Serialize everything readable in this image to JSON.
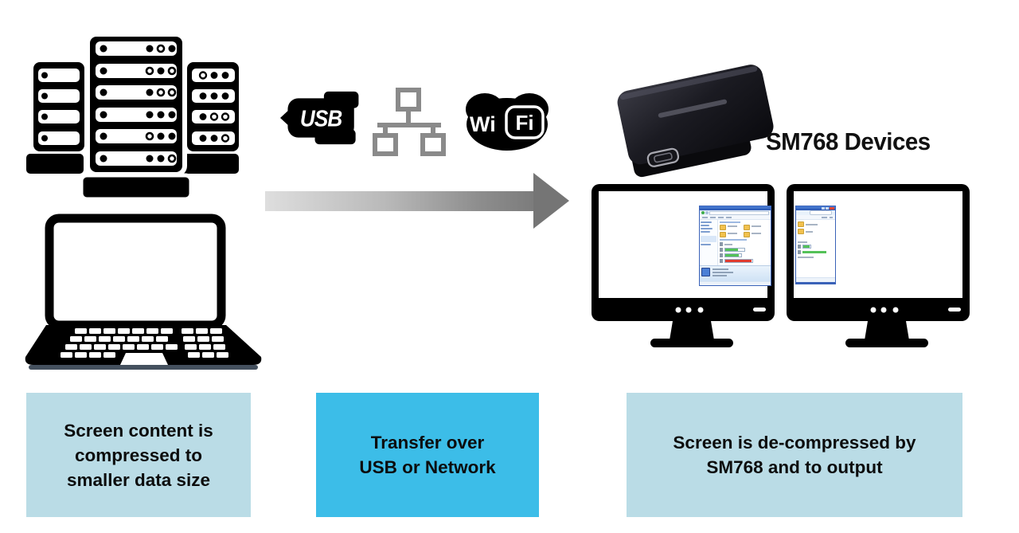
{
  "diagram": {
    "stage1_caption": {
      "lines": [
        "Screen content is",
        "compressed to",
        "smaller data size"
      ]
    },
    "stage2_caption": {
      "lines": [
        "Transfer over",
        "USB or Network"
      ]
    },
    "stage3_caption": {
      "lines": [
        "Screen is de-compressed by",
        "SM768 and to output"
      ]
    },
    "device_group_label": "SM768 Devices"
  },
  "logos": {
    "usb_text": "USB",
    "wifi_wi": "Wi",
    "wifi_fi": "Fi"
  },
  "icons": {
    "source": [
      "server-rack-icon",
      "laptop-icon"
    ],
    "transport": [
      "usb-logo",
      "ethernet-network-icon",
      "wifi-logo",
      "flow-arrow"
    ],
    "output": [
      "sm768-adapter-photo",
      "monitor-icon-left",
      "monitor-icon-right",
      "file-explorer-window"
    ]
  },
  "colors": {
    "caption_light_bg": "#badce6",
    "caption_accent_bg": "#3cbde8",
    "caption_text": "#0c0c0c",
    "icon_black": "#000000",
    "network_icon_gray": "#8a8a8a",
    "arrow_gradient_start": "#dedede",
    "arrow_gradient_end": "#7c7c7c",
    "explorer_green_bar": "#54c158",
    "explorer_red_bar": "#e03c30"
  }
}
